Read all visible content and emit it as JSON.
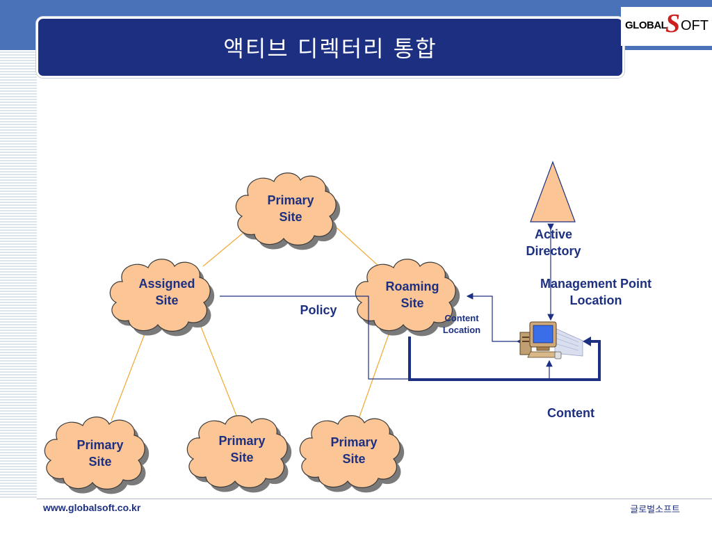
{
  "slide": {
    "title": "액티브 디렉터리 통합"
  },
  "logo": {
    "part1": "GLOBAL",
    "part2": "S",
    "part3": "OFT"
  },
  "footer": {
    "url": "www.globalsoft.co.kr",
    "company": "글로벌소프트"
  },
  "diagram": {
    "top_site": {
      "line1": "Primary",
      "line2": "Site"
    },
    "assigned_site": {
      "line1": "Assigned",
      "line2": "Site"
    },
    "roaming_site": {
      "line1": "Roaming",
      "line2": "Site"
    },
    "bottom_site_1": {
      "line1": "Primary",
      "line2": "Site"
    },
    "bottom_site_2": {
      "line1": "Primary",
      "line2": "Site"
    },
    "bottom_site_3": {
      "line1": "Primary",
      "line2": "Site"
    },
    "active_directory": {
      "line1": "Active",
      "line2": "Directory"
    },
    "management_point": {
      "line1": "Management Point",
      "line2": "Location"
    },
    "policy": "Policy",
    "content_location": {
      "line1": "Content",
      "line2": "Location"
    },
    "content": "Content"
  },
  "colors": {
    "cloud_fill": "#fbc595",
    "cloud_stroke": "#3a3a3a",
    "label": "#1c2f80",
    "connector": "#f0a830",
    "arrow": "#1c2f80",
    "triangle_fill": "#fbc595"
  }
}
